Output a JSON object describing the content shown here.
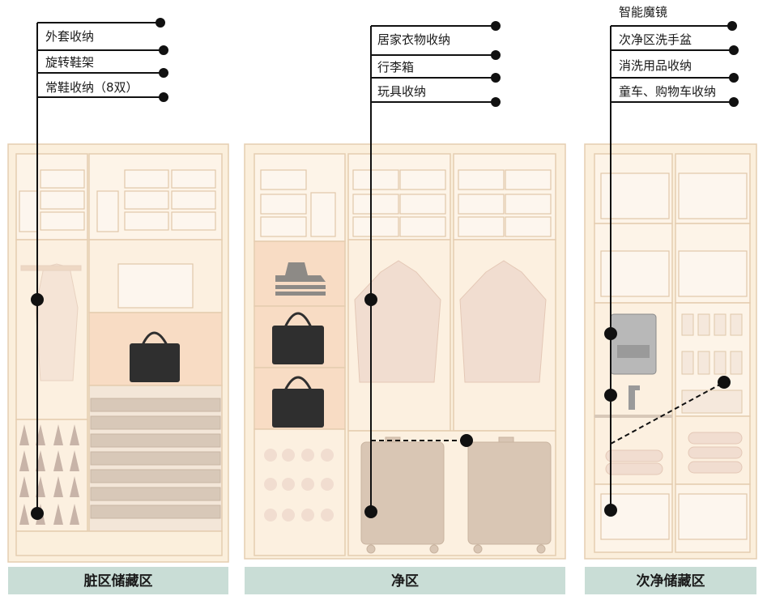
{
  "zones": {
    "dirty": {
      "caption": "脏区储藏区",
      "labels": [
        "外套收纳",
        "旋转鞋架",
        "常鞋收纳（8双）"
      ]
    },
    "clean": {
      "caption": "净区",
      "labels": [
        "居家衣物收纳",
        "行李箱",
        "玩具收纳"
      ]
    },
    "semi": {
      "caption": "次净储藏区",
      "labels": [
        "智能魔镜",
        "次净区洗手盆",
        "消洗用品收纳",
        "童车、购物车收纳"
      ]
    }
  },
  "colors": {
    "cabinet_bg": "#fbefdc",
    "cabinet_line": "#e5cdb0",
    "caption_bg": "#c9ddd6",
    "leader": "#111111",
    "bag": "#2f2f2f",
    "suitcase": "#d9c6b4",
    "shirt": "#f1ddd0"
  }
}
